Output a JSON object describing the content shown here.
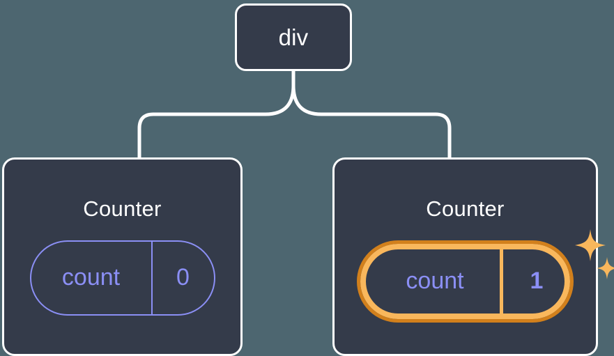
{
  "diagram": {
    "type": "component-tree",
    "background_color": "#4d6670",
    "node_fill_color": "#343b4a",
    "node_border_color": "#ffffff",
    "state_accent_color": "#8b8ff5",
    "highlight_outer_color": "#d2801c",
    "highlight_inner_color": "#f9b75c",
    "connector_color": "#ffffff"
  },
  "root": {
    "title": "div"
  },
  "children": [
    {
      "title": "Counter",
      "state": {
        "key": "count",
        "value": "0"
      },
      "highlighted": false,
      "sparkle": false
    },
    {
      "title": "Counter",
      "state": {
        "key": "count",
        "value": "1"
      },
      "highlighted": true,
      "sparkle": true
    }
  ],
  "icons": {
    "sparkle_large": "sparkle-icon",
    "sparkle_small": "sparkle-small-icon"
  }
}
